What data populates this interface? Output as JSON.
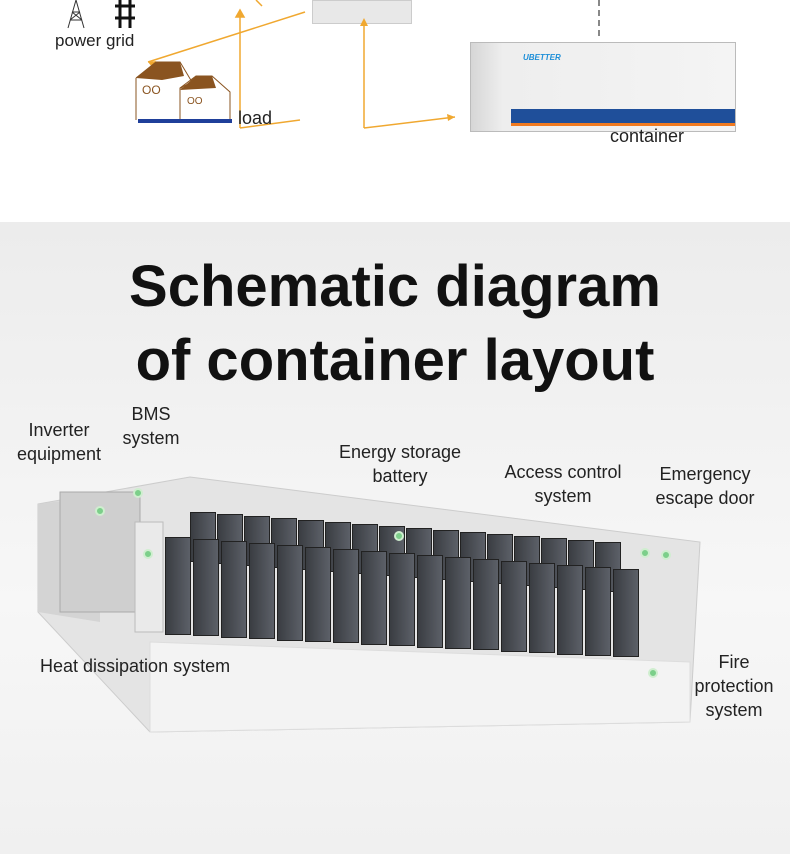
{
  "top_diagram": {
    "labels": {
      "power_grid": "power grid",
      "load": "load",
      "container": "container"
    },
    "container_logo": "UBETTER",
    "colors": {
      "arrow": "#f0a830",
      "house_roof": "#8a5420",
      "container_stripe": "#1f4f9a",
      "accent_stripe": "#f07a20"
    }
  },
  "layout_section": {
    "title_line1": "Schematic diagram",
    "title_line2": "of container layout",
    "callouts": [
      {
        "id": "inverter",
        "text": "Inverter equipment"
      },
      {
        "id": "bms",
        "text": "BMS system"
      },
      {
        "id": "battery",
        "text": "Energy storage battery"
      },
      {
        "id": "access",
        "text": "Access control system"
      },
      {
        "id": "escape",
        "text": "Emergency escape door"
      },
      {
        "id": "heat",
        "text": "Heat dissipation system"
      },
      {
        "id": "fire",
        "text": "Fire protection system"
      }
    ]
  }
}
